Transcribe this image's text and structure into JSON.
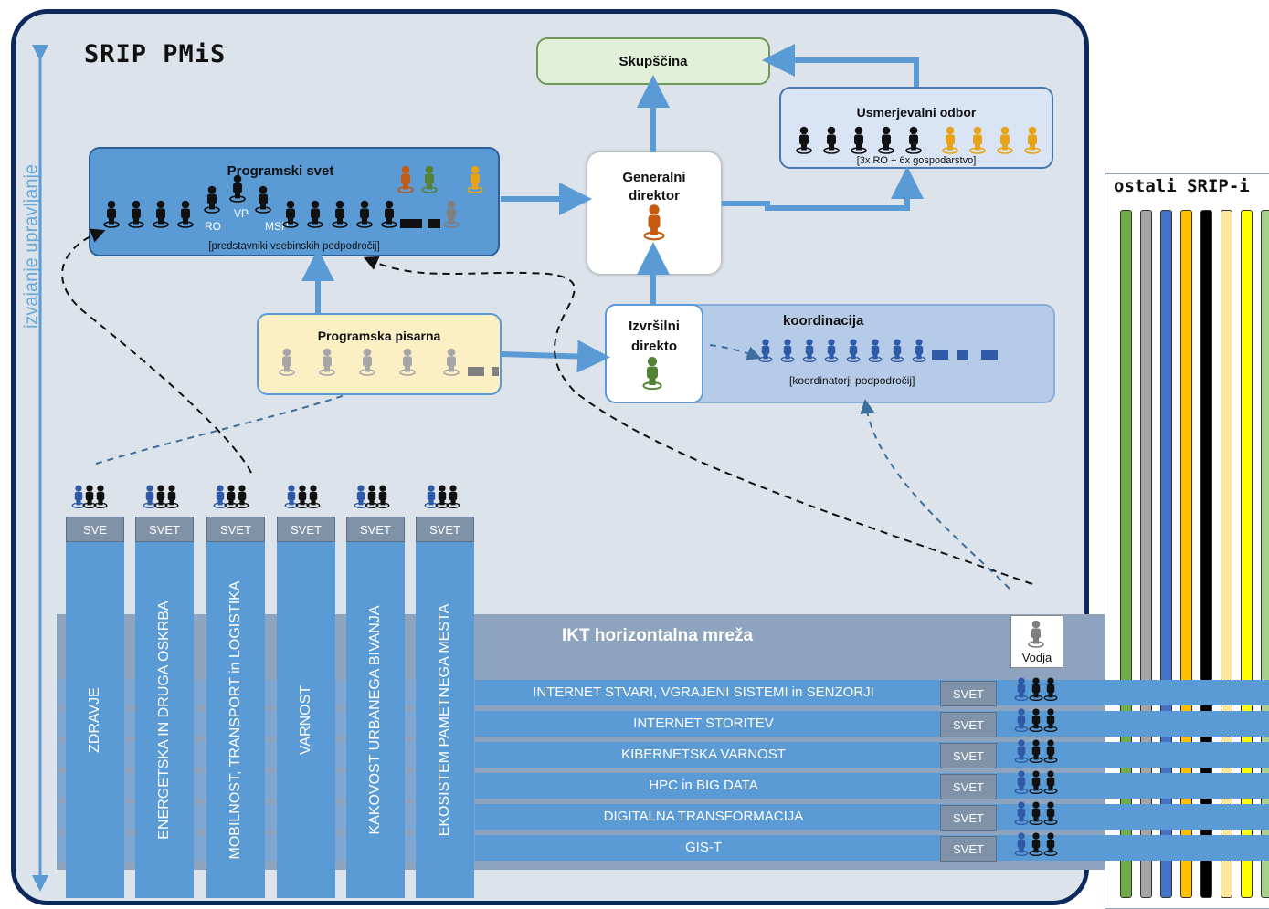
{
  "title": "SRIP PMiS",
  "side_label": "izvajanje  upravljanje",
  "skupscina": "Skupščina",
  "usmerjevalni": {
    "title": "Usmerjevalni odbor",
    "note": "[3x RO + 6x gospodarstvo]"
  },
  "generalni": {
    "title": "Generalni direktor"
  },
  "programski_svet": {
    "title": "Programski svet",
    "note": "[predstavniki vsebinskih podpodročij]",
    "ro": "RO",
    "vp": "VP",
    "msp": "MSP"
  },
  "programska_pisarna": {
    "title": "Programska pisarna"
  },
  "izvrsilni": {
    "title": "Izvršilni direkto"
  },
  "koordinacija": {
    "title": "koordinacija",
    "note": "[koordinatorji podpodročij]"
  },
  "ikt": {
    "title": "IKT horizontalna mreža",
    "vodja": "Vodja"
  },
  "columns": [
    {
      "label": "ZDRAVJE",
      "svet": "SVE"
    },
    {
      "label": "ENERGETSKA IN DRUGA OSKRBA",
      "svet": "SVET"
    },
    {
      "label": "MOBILNOST, TRANSPORT in LOGISTIKA",
      "svet": "SVET"
    },
    {
      "label": "VARNOST",
      "svet": "SVET"
    },
    {
      "label": "KAKOVOST URBANEGA BIVANJA",
      "svet": "SVET"
    },
    {
      "label": "EKOSISTEM PAMETNEGA MESTA",
      "svet": "SVET"
    }
  ],
  "rows": [
    {
      "label": "INTERNET STVARI, VGRAJENI SISTEMI in SENZORJI",
      "svet": "SVET"
    },
    {
      "label": "INTERNET STORITEV",
      "svet": "SVET"
    },
    {
      "label": "KIBERNETSKA VARNOST",
      "svet": "SVET"
    },
    {
      "label": "HPC in BIG DATA",
      "svet": "SVET"
    },
    {
      "label": "DIGITALNA TRANSFORMACIJA",
      "svet": "SVET"
    },
    {
      "label": "GIS-T",
      "svet": "SVET"
    }
  ],
  "others": {
    "title": "ostali SRIP-i"
  },
  "colors": {
    "stripes": [
      "#70ad47",
      "#a5a5a5",
      "#4472c4",
      "#ffc000",
      "#000000",
      "#ffe699",
      "#ffff00",
      "#a9d18e"
    ]
  }
}
